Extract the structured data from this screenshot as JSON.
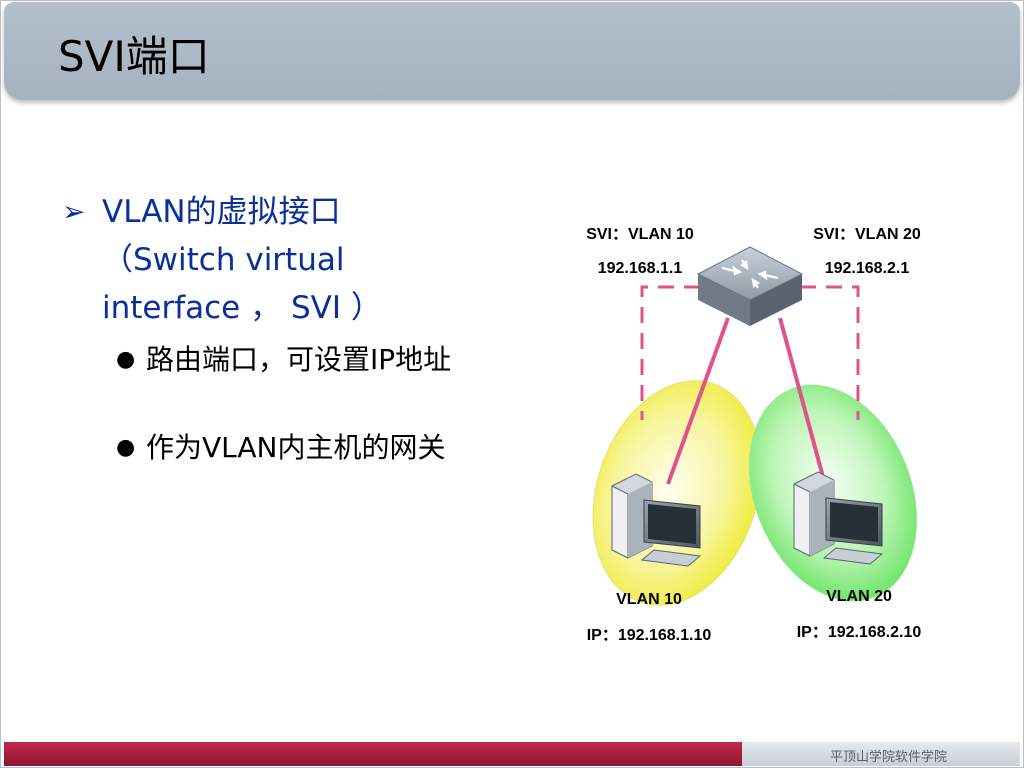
{
  "slide": {
    "title": "SVI端口",
    "footer": "平顶山学院软件学院"
  },
  "content": {
    "bullet1": {
      "marker": "➢",
      "text": "VLAN的虚拟接口（Switch virtual interface ， SVI ）"
    },
    "sub_bullets": [
      {
        "marker": "●",
        "text": "路由端口，可设置IP地址"
      },
      {
        "marker": "●",
        "text": "作为VLAN内主机的网关"
      }
    ]
  },
  "diagram": {
    "switch_left_label": "SVI：VLAN 10",
    "switch_left_ip": "192.168.1.1",
    "switch_right_label": "SVI：VLAN 20",
    "switch_right_ip": "192.168.2.1",
    "host_left_vlan": "VLAN 10",
    "host_left_ip": "IP：192.168.1.10",
    "host_right_vlan": "VLAN 20",
    "host_right_ip": "IP：192.168.2.10",
    "colors": {
      "link": "#e0528a",
      "vlan10_zone": "#f4f04a",
      "vlan20_zone": "#6fe56a",
      "switch_body": "#8e9aa6"
    },
    "icons": [
      "switch-icon",
      "computer-icon"
    ]
  }
}
